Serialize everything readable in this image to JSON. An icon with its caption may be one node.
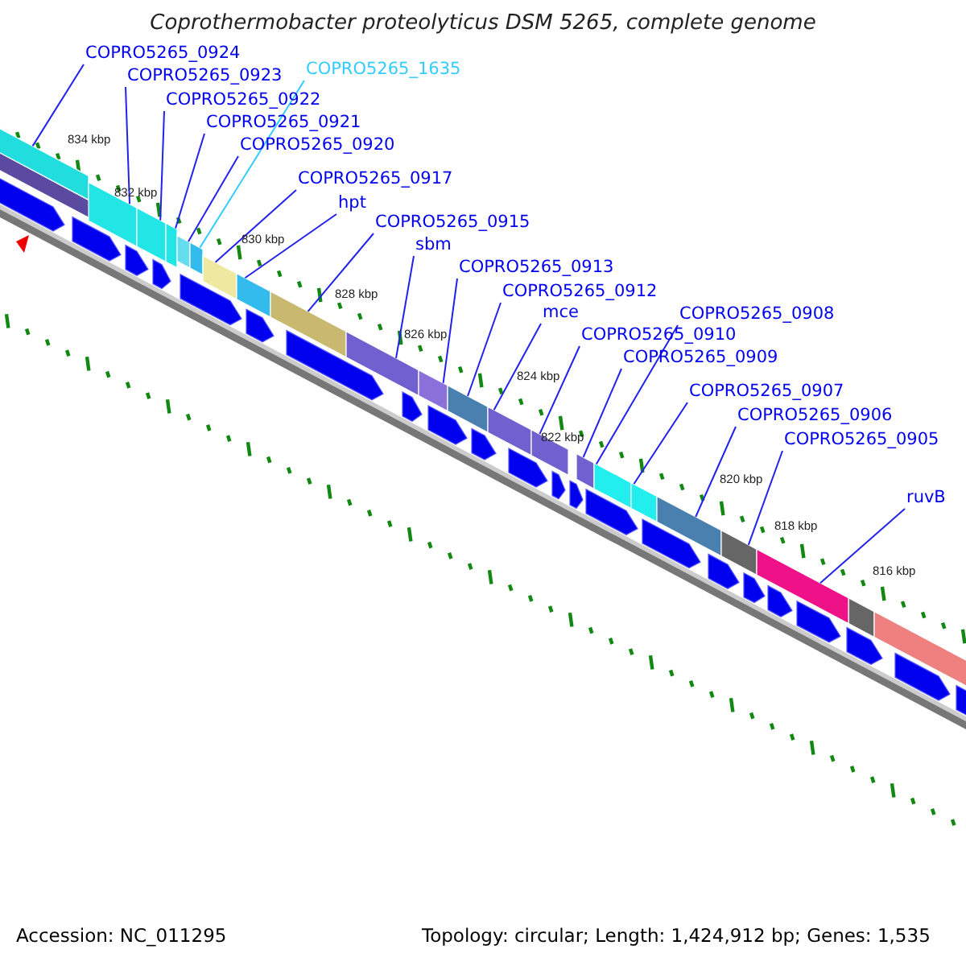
{
  "diagram": {
    "title": "Coprothermobacter proteolyticus DSM 5265, complete genome",
    "nodes": [
      {
        "text": [
          "COPRO5265_0924"
        ]
      },
      {
        "text": [
          "COPRO5265_0923"
        ]
      },
      {
        "text": [
          "COPRO5265_0922"
        ]
      },
      {
        "text": [
          "COPRO5265_0921"
        ]
      },
      {
        "text": [
          "COPRO5265_0920"
        ]
      },
      {
        "text": [
          "COPRO5265_1635"
        ]
      },
      {
        "text": [
          "COPRO5265_0917"
        ]
      },
      {
        "text": [
          "hpt"
        ]
      },
      {
        "text": [
          "COPRO5265_0915"
        ]
      },
      {
        "text": [
          "sbm"
        ]
      },
      {
        "text": [
          "COPRO5265_0913"
        ]
      },
      {
        "text": [
          "COPRO5265_0912"
        ]
      },
      {
        "text": [
          "mce"
        ]
      },
      {
        "text": [
          "COPRO5265_0910"
        ]
      },
      {
        "text": [
          "COPRO5265_0909"
        ]
      },
      {
        "text": [
          "COPRO5265_0908"
        ]
      },
      {
        "text": [
          "COPRO5265_0907"
        ]
      },
      {
        "text": [
          "COPRO5265_0906"
        ]
      },
      {
        "text": [
          "COPRO5265_0905"
        ]
      },
      {
        "text": [
          "ruvB"
        ]
      },
      {
        "text": [],
        "shape": "bar"
      },
      {
        "text": [],
        "shape": "bar"
      },
      {
        "text": [],
        "shape": "bar"
      },
      {
        "text": [],
        "shape": "bar"
      },
      {
        "text": [],
        "shape": "bar"
      },
      {
        "text": [],
        "shape": "bar"
      },
      {
        "text": [],
        "shape": "bar"
      },
      {
        "text": [],
        "shape": "bar"
      },
      {
        "text": [],
        "shape": "bar"
      },
      {
        "text": [],
        "shape": "bar"
      },
      {
        "text": [],
        "shape": "bar"
      },
      {
        "text": [],
        "shape": "bar"
      },
      {
        "text": [],
        "shape": "bar"
      },
      {
        "text": [],
        "shape": "bar"
      },
      {
        "text": [],
        "shape": "bar"
      },
      {
        "text": [],
        "shape": "bar"
      },
      {
        "text": [],
        "shape": "bar"
      },
      {
        "text": [],
        "shape": "bar"
      },
      {
        "text": [],
        "shape": "bar"
      },
      {
        "text": [],
        "shape": "bar"
      }
    ],
    "edges": [
      {
        "from": 0,
        "to": 20,
        "arrow": "none"
      },
      {
        "from": 1,
        "to": 21,
        "arrow": "none"
      },
      {
        "from": 2,
        "to": 22,
        "arrow": "none"
      },
      {
        "from": 3,
        "to": 23,
        "arrow": "none"
      },
      {
        "from": 4,
        "to": 24,
        "arrow": "none"
      },
      {
        "from": 5,
        "to": 25,
        "arrow": "none",
        "color": "#33ccff"
      },
      {
        "from": 6,
        "to": 26,
        "arrow": "none"
      },
      {
        "from": 7,
        "to": 27,
        "arrow": "none"
      },
      {
        "from": 8,
        "to": 28,
        "arrow": "none"
      },
      {
        "from": 9,
        "to": 29,
        "arrow": "none"
      },
      {
        "from": 10,
        "to": 30,
        "arrow": "none"
      },
      {
        "from": 11,
        "to": 31,
        "arrow": "none"
      },
      {
        "from": 12,
        "to": 32,
        "arrow": "none"
      },
      {
        "from": 13,
        "to": 33,
        "arrow": "none"
      },
      {
        "from": 14,
        "to": 34,
        "arrow": "none"
      },
      {
        "from": 15,
        "to": 35,
        "arrow": "none"
      },
      {
        "from": 16,
        "to": 36,
        "arrow": "none"
      },
      {
        "from": 17,
        "to": 37,
        "arrow": "none"
      },
      {
        "from": 18,
        "to": 38,
        "arrow": "none"
      },
      {
        "from": 19,
        "to": 39,
        "arrow": "none"
      }
    ],
    "labels": [
      "834 kbp",
      "832 kbp",
      "830 kbp",
      "828 kbp",
      "826 kbp",
      "824 kbp",
      "822 kbp",
      "820 kbp",
      "818 kbp",
      "816 kbp",
      "Accession: NC_011295",
      "Topology: circular; Length: 1,424,912 bp; Genes: 1,535"
    ]
  }
}
